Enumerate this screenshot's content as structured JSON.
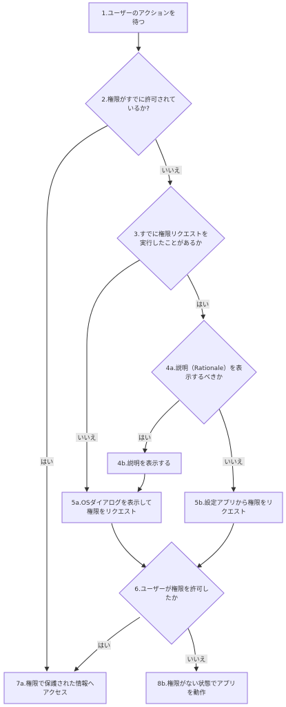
{
  "nodes": {
    "n1": [
      "1.ユーザーのアクションを",
      "待つ"
    ],
    "n2": [
      "2.権限がすでに許可されて",
      "いるか?"
    ],
    "n3": [
      "3.すでに権限リクエストを",
      "実行したことがあるか"
    ],
    "n4a": [
      "4a.説明（Rationale）を表",
      "示するべきか"
    ],
    "n4b": [
      "4b.説明を表示する"
    ],
    "n5a": [
      "5a.OSダイアログを表示して",
      "権限をリクエスト"
    ],
    "n5b": [
      "5b.設定アプリから権限をリ",
      "クエスト"
    ],
    "n6": [
      "6.ユーザーが権限を許可し",
      "たか"
    ],
    "n7a": [
      "7a.権限で保護された情報へ",
      "アクセス"
    ],
    "n8b": [
      "8b.権限がない状態でアプリ",
      "を動作"
    ]
  },
  "edge_labels": {
    "n2_n3": "いいえ",
    "n2_n7a": "はい",
    "n3_n4a": "はい",
    "n3_n5a": "いいえ",
    "n4a_n4b": "はい",
    "n4a_n5b": "いいえ",
    "n6_n7a": "はい",
    "n6_n8b": "いいえ"
  },
  "colors": {
    "node_fill": "#ECECFF",
    "node_stroke": "#9370DB",
    "edge": "#333333",
    "label_bg": "#E8E8E8",
    "text": "#333333"
  }
}
